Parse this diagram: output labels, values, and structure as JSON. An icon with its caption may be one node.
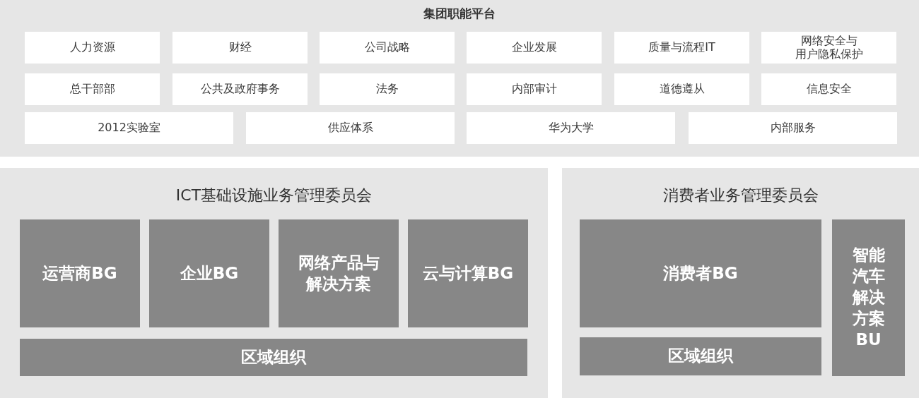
{
  "diagram": {
    "nodes": [
      {
        "text": [
          "集团职能平台"
        ]
      },
      {
        "text": [
          "人力资源"
        ],
        "in": 0
      },
      {
        "text": [
          "财经"
        ],
        "in": 0
      },
      {
        "text": [
          "公司战略"
        ],
        "in": 0
      },
      {
        "text": [
          "企业发展"
        ],
        "in": 0
      },
      {
        "text": [
          "质量与流程IT"
        ],
        "in": 0
      },
      {
        "text": [
          "网络安全与用户隐私保护"
        ],
        "in": 0
      },
      {
        "text": [
          "总干部部"
        ],
        "in": 0
      },
      {
        "text": [
          "公共及政府事务"
        ],
        "in": 0
      },
      {
        "text": [
          "法务"
        ],
        "in": 0
      },
      {
        "text": [
          "内部审计"
        ],
        "in": 0
      },
      {
        "text": [
          "道德遵从"
        ],
        "in": 0
      },
      {
        "text": [
          "信息安全"
        ],
        "in": 0
      },
      {
        "text": [
          "2012实验室"
        ],
        "in": 0
      },
      {
        "text": [
          "供应体系"
        ],
        "in": 0
      },
      {
        "text": [
          "华为大学"
        ],
        "in": 0
      },
      {
        "text": [
          "内部服务"
        ],
        "in": 0
      },
      {
        "text": [
          "ICT基础设施业务管理委员会"
        ]
      },
      {
        "text": [
          "运营商BG"
        ],
        "in": 17
      },
      {
        "text": [
          "企业BG"
        ],
        "in": 17
      },
      {
        "text": [
          "网络产品与解决方案"
        ],
        "in": 17
      },
      {
        "text": [
          "云与计算BG"
        ],
        "in": 17
      },
      {
        "text": [
          "区域组织"
        ],
        "in": 17
      },
      {
        "text": [
          "消费者业务管理委员会"
        ]
      },
      {
        "text": [
          "消费者BG"
        ],
        "in": 23
      },
      {
        "text": [
          "智能汽车解决方案BU"
        ],
        "in": 23
      },
      {
        "text": [
          "区域组织"
        ],
        "in": 23
      }
    ]
  }
}
